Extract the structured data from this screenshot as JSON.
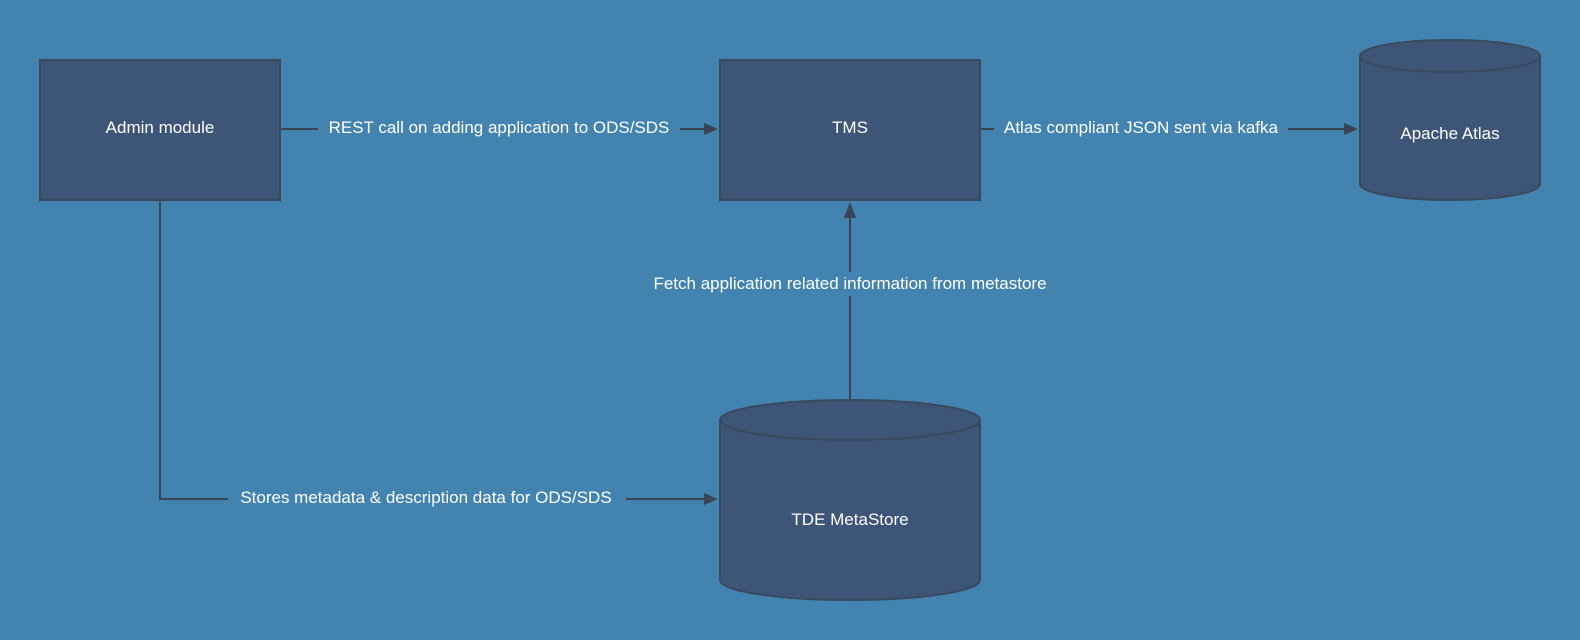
{
  "diagram": {
    "colors": {
      "background": "#4283af",
      "node_fill": "#3d5576",
      "node_stroke": "#3a4a5c",
      "edge": "#3a4455",
      "text": "#ffffff"
    },
    "nodes": [
      {
        "id": "admin",
        "type": "rectangle",
        "label": "Admin module"
      },
      {
        "id": "tms",
        "type": "rectangle",
        "label": "TMS"
      },
      {
        "id": "atlas",
        "type": "cylinder",
        "label": "Apache Atlas"
      },
      {
        "id": "metastore",
        "type": "cylinder",
        "label": "TDE MetaStore"
      }
    ],
    "edges": [
      {
        "from": "admin",
        "to": "tms",
        "label": "REST call on adding application to ODS/SDS"
      },
      {
        "from": "tms",
        "to": "atlas",
        "label": "Atlas compliant JSON sent via kafka"
      },
      {
        "from": "metastore",
        "to": "tms",
        "label": "Fetch application related information from metastore"
      },
      {
        "from": "admin",
        "to": "metastore",
        "label": "Stores metadata & description data for ODS/SDS"
      }
    ]
  }
}
